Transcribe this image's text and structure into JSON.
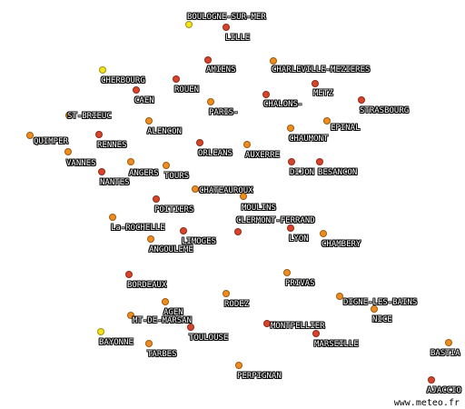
{
  "colors": {
    "red": "#d9432a",
    "orange": "#f08c1e",
    "yellow": "#f5e21a"
  },
  "cities": [
    {
      "name": "BOULOGNE-SUR-MER",
      "level": "yellow"
    },
    {
      "name": "LILLE",
      "level": "red"
    },
    {
      "name": "AMIENS",
      "level": "red"
    },
    {
      "name": "CHARLEVILLE-MEZIERES",
      "level": "orange"
    },
    {
      "name": "CHERBOURG",
      "level": "yellow"
    },
    {
      "name": "ROUEN",
      "level": "red"
    },
    {
      "name": "CAEN",
      "level": "red"
    },
    {
      "name": "METZ",
      "level": "red"
    },
    {
      "name": "PARIS-",
      "level": "orange"
    },
    {
      "name": "CHALONS-",
      "level": "red"
    },
    {
      "name": "STRASBOURG",
      "level": "red"
    },
    {
      "name": "ST-BRIEUC",
      "level": "orange"
    },
    {
      "name": "ALENCON",
      "level": "orange"
    },
    {
      "name": "EPINAL",
      "level": "orange"
    },
    {
      "name": "QUIMPER",
      "level": "orange"
    },
    {
      "name": "RENNES",
      "level": "red"
    },
    {
      "name": "CHAUMONT",
      "level": "orange"
    },
    {
      "name": "ORLEANS",
      "level": "red"
    },
    {
      "name": "AUXERRE",
      "level": "orange"
    },
    {
      "name": "VANNES",
      "level": "orange"
    },
    {
      "name": "ANGERS",
      "level": "orange"
    },
    {
      "name": "TOURS",
      "level": "orange"
    },
    {
      "name": "DIJON",
      "level": "red"
    },
    {
      "name": "BESANCON",
      "level": "red"
    },
    {
      "name": "NANTES",
      "level": "red"
    },
    {
      "name": "CHATEAUROUX",
      "level": "orange"
    },
    {
      "name": "MOULINS",
      "level": "orange"
    },
    {
      "name": "POITIERS",
      "level": "red"
    },
    {
      "name": "CLERMONT-FERRAND",
      "level": "red"
    },
    {
      "name": "La-ROCHELLE",
      "level": "orange"
    },
    {
      "name": "LYON",
      "level": "red"
    },
    {
      "name": "CHAMBERY",
      "level": "orange"
    },
    {
      "name": "LIMOGES",
      "level": "red"
    },
    {
      "name": "ANGOULEME",
      "level": "orange"
    },
    {
      "name": "BORDEAUX",
      "level": "red"
    },
    {
      "name": "PRIVAS",
      "level": "orange"
    },
    {
      "name": "RODEZ",
      "level": "orange"
    },
    {
      "name": "AGEN",
      "level": "orange"
    },
    {
      "name": "MT-DE-MARSAN",
      "level": "orange"
    },
    {
      "name": "DIGNE-LES-BAINS",
      "level": "orange"
    },
    {
      "name": "NICE",
      "level": "orange"
    },
    {
      "name": "TOULOUSE",
      "level": "red"
    },
    {
      "name": "MONTPELLIER",
      "level": "red"
    },
    {
      "name": "MARSEILLE",
      "level": "red"
    },
    {
      "name": "BAYONNE",
      "level": "yellow"
    },
    {
      "name": "TARBES",
      "level": "orange"
    },
    {
      "name": "BASTIA",
      "level": "orange"
    },
    {
      "name": "PERPIGNAN",
      "level": "orange"
    },
    {
      "name": "AJACCIO",
      "level": "red"
    }
  ],
  "footer": "www.meteo.fr"
}
